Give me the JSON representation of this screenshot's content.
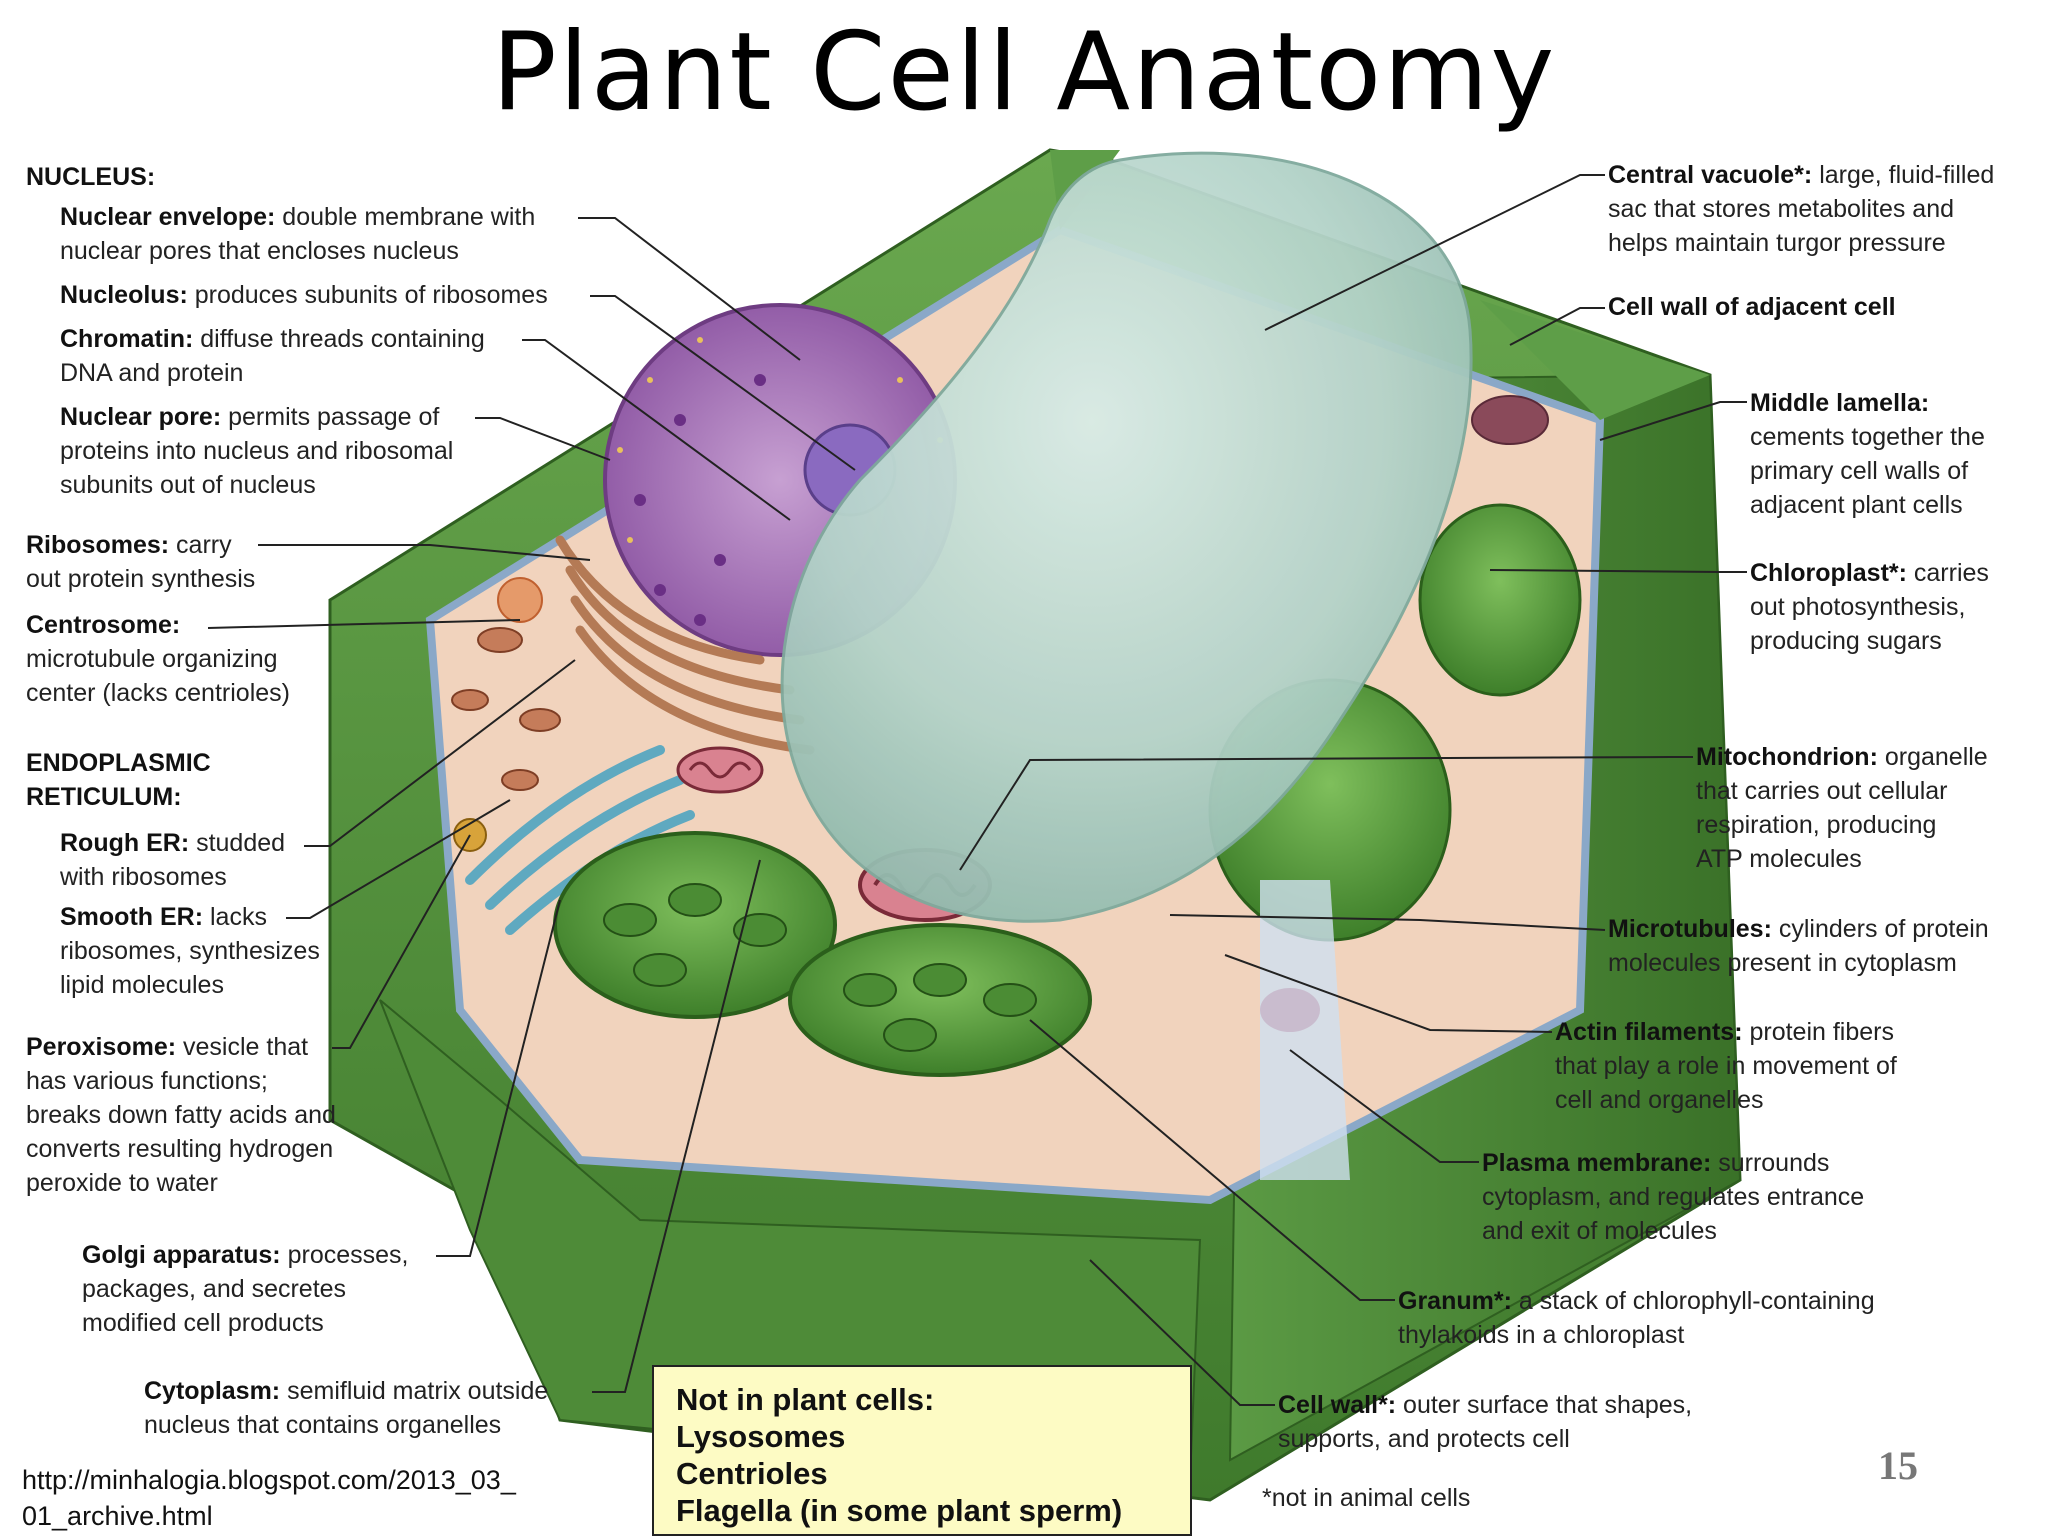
{
  "title": "Plant Cell Anatomy",
  "left_labels": {
    "nucleus_header": "NUCLEUS:",
    "nuclear_envelope": {
      "term": "Nuclear envelope:",
      "desc_1": " double membrane with",
      "desc_2": "nuclear pores that encloses nucleus"
    },
    "nucleolus": {
      "term": "Nucleolus:",
      "desc_1": " produces subunits of ribosomes"
    },
    "chromatin": {
      "term": "Chromatin:",
      "desc_1": " diffuse threads containing",
      "desc_2": "DNA and protein"
    },
    "nuclear_pore": {
      "term": "Nuclear pore:",
      "desc_1": " permits passage of",
      "desc_2": "proteins into nucleus and ribosomal",
      "desc_3": "subunits out of nucleus"
    },
    "ribosomes": {
      "term": "Ribosomes:",
      "desc_1": " carry",
      "desc_2": "out protein synthesis"
    },
    "centrosome": {
      "term": "Centrosome:",
      "desc_2": "microtubule organizing",
      "desc_3": "center (lacks centrioles)"
    },
    "er_header_1": "ENDOPLASMIC",
    "er_header_2": "RETICULUM:",
    "rough_er": {
      "term": "Rough ER:",
      "desc_1": " studded",
      "desc_2": "with ribosomes"
    },
    "smooth_er": {
      "term": "Smooth ER:",
      "desc_1": " lacks",
      "desc_2": "ribosomes, synthesizes",
      "desc_3": "lipid molecules"
    },
    "peroxisome": {
      "term": "Peroxisome:",
      "desc_1": " vesicle that",
      "desc_2": "has various functions;",
      "desc_3": "breaks down fatty acids and",
      "desc_4": "converts resulting hydrogen",
      "desc_5": "peroxide to water"
    },
    "golgi": {
      "term": "Golgi apparatus:",
      "desc_1": " processes,",
      "desc_2": "packages, and secretes",
      "desc_3": "modified cell products"
    },
    "cytoplasm": {
      "term": "Cytoplasm:",
      "desc_1": " semifluid matrix outside",
      "desc_2": "nucleus that contains organelles"
    }
  },
  "right_labels": {
    "central_vacuole": {
      "term": "Central vacuole*:",
      "desc_1": " large, fluid-filled",
      "desc_2": "sac that stores metabolites and",
      "desc_3": "helps maintain turgor pressure"
    },
    "cell_wall_adjacent": {
      "term": "Cell wall of adjacent cell"
    },
    "middle_lamella": {
      "term": "Middle lamella:",
      "desc_2": "cements together the",
      "desc_3": "primary cell walls of",
      "desc_4": "adjacent plant cells"
    },
    "chloroplast": {
      "term": "Chloroplast*:",
      "desc_1": " carries",
      "desc_2": "out photosynthesis,",
      "desc_3": "producing sugars"
    },
    "mitochondrion": {
      "term": "Mitochondrion:",
      "desc_1": " organelle",
      "desc_2": "that carries out cellular",
      "desc_3": "respiration, producing",
      "desc_4": "ATP molecules"
    },
    "microtubules": {
      "term": "Microtubules:",
      "desc_1": " cylinders of protein",
      "desc_2": "molecules present in cytoplasm"
    },
    "actin": {
      "term": "Actin filaments:",
      "desc_1": " protein fibers",
      "desc_2": "that play a role in movement of",
      "desc_3": "cell and organelles"
    },
    "plasma_membrane": {
      "term": "Plasma membrane:",
      "desc_1": " surrounds",
      "desc_2": "cytoplasm, and regulates entrance",
      "desc_3": "and exit of molecules"
    },
    "granum": {
      "term": "Granum*:",
      "desc_1": " a stack of chlorophyll-containing",
      "desc_2": "thylakoids in a chloroplast"
    },
    "cell_wall": {
      "term": "Cell wall*:",
      "desc_1": " outer surface that shapes,",
      "desc_2": "supports, and protects cell"
    }
  },
  "footnote": "*not in animal cells",
  "not_in_plant_cells": {
    "heading": "Not in plant cells:",
    "items": [
      "Lysosomes",
      "Centrioles",
      "Flagella (in some plant sperm)"
    ]
  },
  "source_url_1": "http://minhalogia.blogspot.com/2013_03_",
  "source_url_2": "01_archive.html",
  "page_number": "15",
  "colors": {
    "cell_wall_green": "#4f8f3a",
    "vacuole": "#b9d7cf",
    "nucleus": "#a06cb0",
    "cytoplasm": "#f1d3bd",
    "note_box": "#fdfbc4"
  }
}
